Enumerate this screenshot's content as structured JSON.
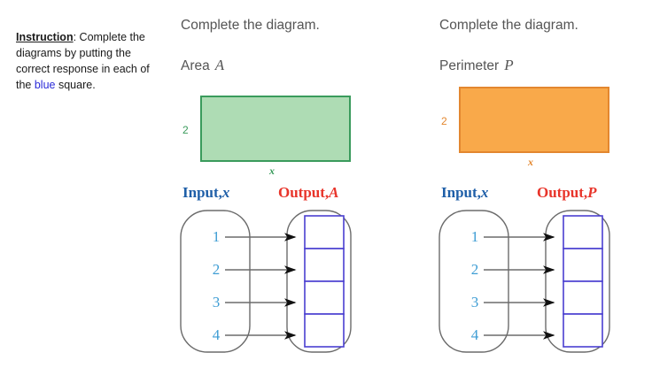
{
  "instruction": {
    "lead_label": "Instruction",
    "text_before_blue": ": Complete the diagrams by putting the correct response in each of the ",
    "blue_word": "blue",
    "text_after_blue": " square."
  },
  "colors": {
    "green_fill": "#aedcb4",
    "green_stroke": "#3a9b5c",
    "orange_fill": "#f9a94a",
    "orange_stroke": "#e3872f",
    "input_title": "#1f5fa8",
    "output_title": "#e8342a",
    "number_blue": "#3e9dd4",
    "answer_box_border": "#4a3fd0",
    "arrow_grey": "#6b6b6b",
    "oval_grey": "#6b6b6b",
    "blue_word": "#2a2ad8"
  },
  "panels": [
    {
      "id": "area",
      "heading": "Complete the diagram.",
      "subheading_label": "Area",
      "subheading_symbol": "A",
      "figure": {
        "shape": "rectangle",
        "height_label": "2",
        "width_label": "x",
        "fill": "#aedcb4",
        "stroke": "#3a9b5c"
      },
      "mapping": {
        "input_title_label": "Input,",
        "input_title_var": "x",
        "output_title_label": "Output,",
        "output_title_var": "A",
        "inputs": [
          "1",
          "2",
          "3",
          "4"
        ],
        "outputs": [
          "",
          "",
          "",
          ""
        ]
      }
    },
    {
      "id": "perimeter",
      "heading": "Complete the diagram.",
      "subheading_label": "Perimeter",
      "subheading_symbol": "P",
      "figure": {
        "shape": "rectangle",
        "height_label": "2",
        "width_label": "x",
        "fill": "#f9a94a",
        "stroke": "#e3872f"
      },
      "mapping": {
        "input_title_label": "Input,",
        "input_title_var": "x",
        "output_title_label": "Output,",
        "output_title_var": "P",
        "inputs": [
          "1",
          "2",
          "3",
          "4"
        ],
        "outputs": [
          "",
          "",
          "",
          ""
        ]
      }
    }
  ]
}
